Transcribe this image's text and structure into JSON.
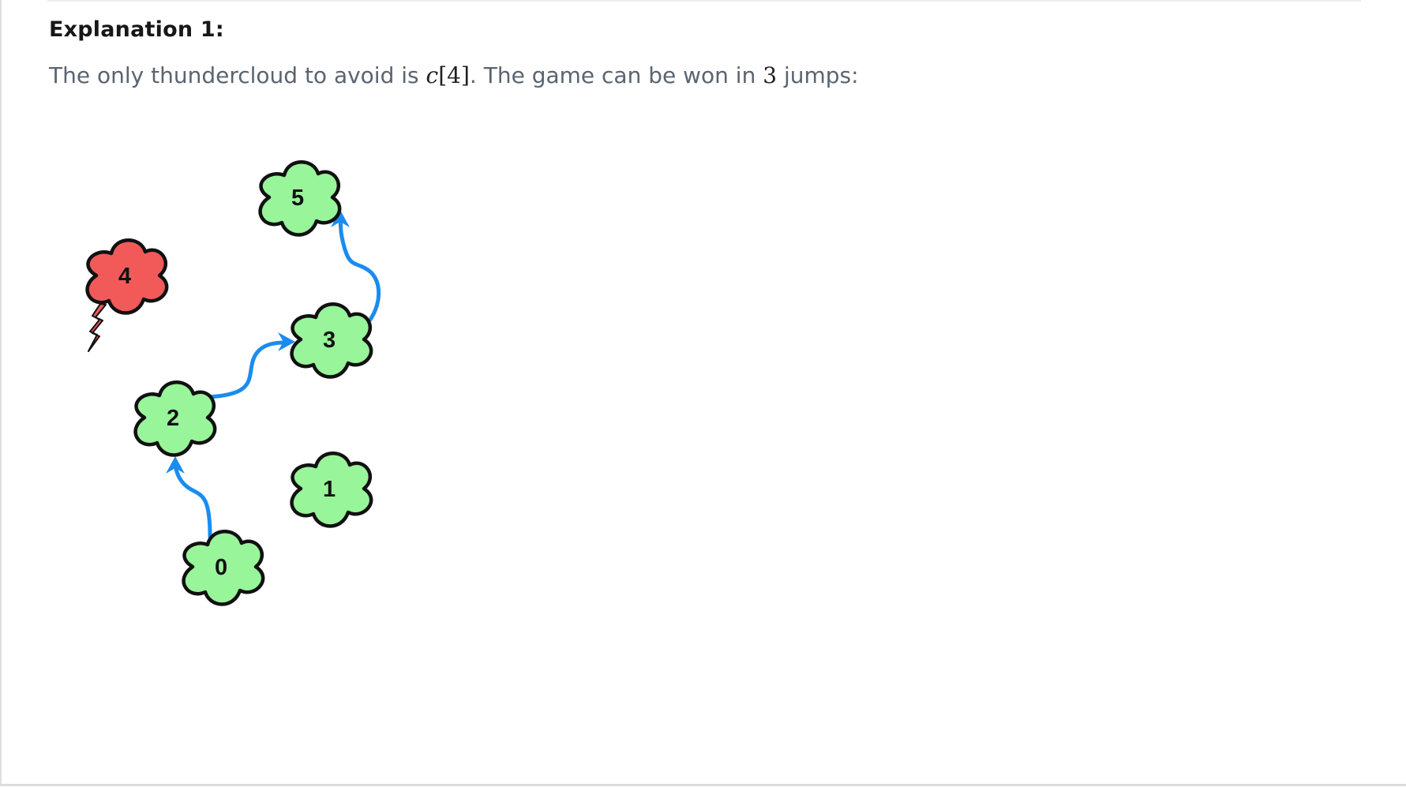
{
  "explanation": {
    "heading": "Explanation 1:",
    "sentence_before": "The only thundercloud to avoid is ",
    "math_var": "c",
    "math_open_bracket": "[",
    "math_index": "4",
    "math_close_bracket": "]",
    "sentence_middle": ". The game can be won in ",
    "math_jumps": "3",
    "sentence_after": " jumps:"
  },
  "figure": {
    "clouds": [
      {
        "label": "0",
        "type": "cumulus"
      },
      {
        "label": "1",
        "type": "cumulus"
      },
      {
        "label": "2",
        "type": "cumulus"
      },
      {
        "label": "3",
        "type": "cumulus"
      },
      {
        "label": "4",
        "type": "thunderhead"
      },
      {
        "label": "5",
        "type": "cumulus"
      }
    ],
    "jumps": [
      {
        "from": "0",
        "to": "2"
      },
      {
        "from": "2",
        "to": "3"
      },
      {
        "from": "3",
        "to": "5"
      }
    ],
    "colors": {
      "cumulus_fill": "#98f59a",
      "thunderhead_fill": "#f25a5a",
      "outline": "#111111",
      "arrow": "#1a8cf0"
    },
    "icons": {
      "cloud": "cloud-icon",
      "lightning": "lightning-bolt-icon",
      "arrow": "jump-arrow"
    }
  }
}
